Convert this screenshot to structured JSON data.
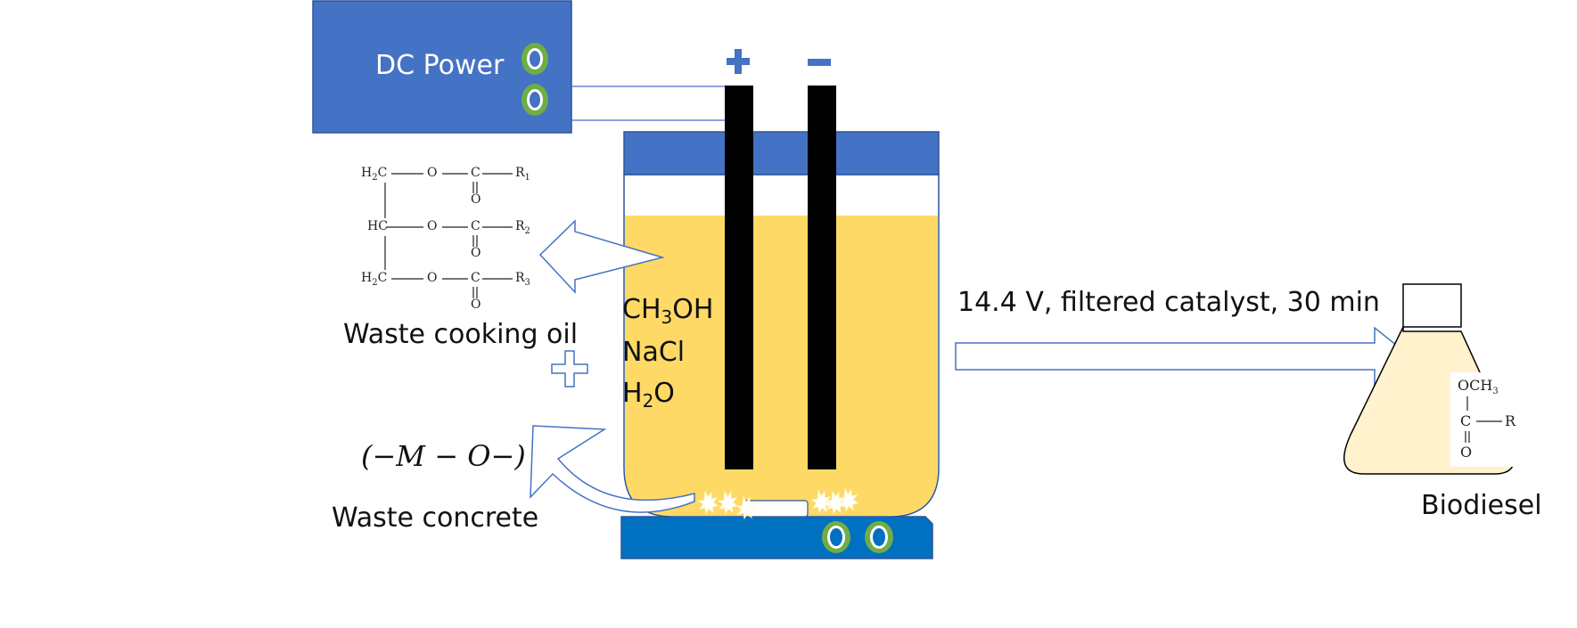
{
  "power_supply": {
    "label": "DC Power"
  },
  "electrodes": {
    "positive_symbol": "+",
    "negative_symbol": "–"
  },
  "solution": {
    "methanol": {
      "main": "CH",
      "sub": "3",
      "rest": "OH"
    },
    "salt": "NaCl",
    "water": {
      "main": "H",
      "sub": "2",
      "rest": "O"
    }
  },
  "plus_sign": "+",
  "inputs": {
    "oil": {
      "label": "Waste cooking oil",
      "structure": {
        "rows": [
          {
            "left": "H",
            "left_sub": "2",
            "left_rest": "C",
            "o": "O",
            "c": "C",
            "r": "R",
            "r_sub": "1",
            "carbonyl": "O"
          },
          {
            "left": "H",
            "left_sub": "",
            "left_rest": "C",
            "o": "O",
            "c": "C",
            "r": "R",
            "r_sub": "2",
            "carbonyl": "O"
          },
          {
            "left": "H",
            "left_sub": "2",
            "left_rest": "C",
            "o": "O",
            "c": "C",
            "r": "R",
            "r_sub": "3",
            "carbonyl": "O"
          }
        ]
      }
    },
    "concrete": {
      "label": "Waste concrete",
      "formula": "(−M − O−)"
    }
  },
  "process": {
    "condition": "14.4 V, filtered catalyst, 30 min"
  },
  "product": {
    "label": "Biodiesel",
    "structure": {
      "top": "OCH",
      "top_sub": "3",
      "c": "C",
      "r": "R",
      "carbonyl": "O"
    }
  },
  "colors": {
    "blue": "#4472c4",
    "dark_blue": "#0070c0",
    "outline": "#2f5597",
    "liquid": "#ffd966",
    "flask_liquid": "#fff2cc",
    "electrode": "#000000",
    "knob": "#70ad47"
  }
}
